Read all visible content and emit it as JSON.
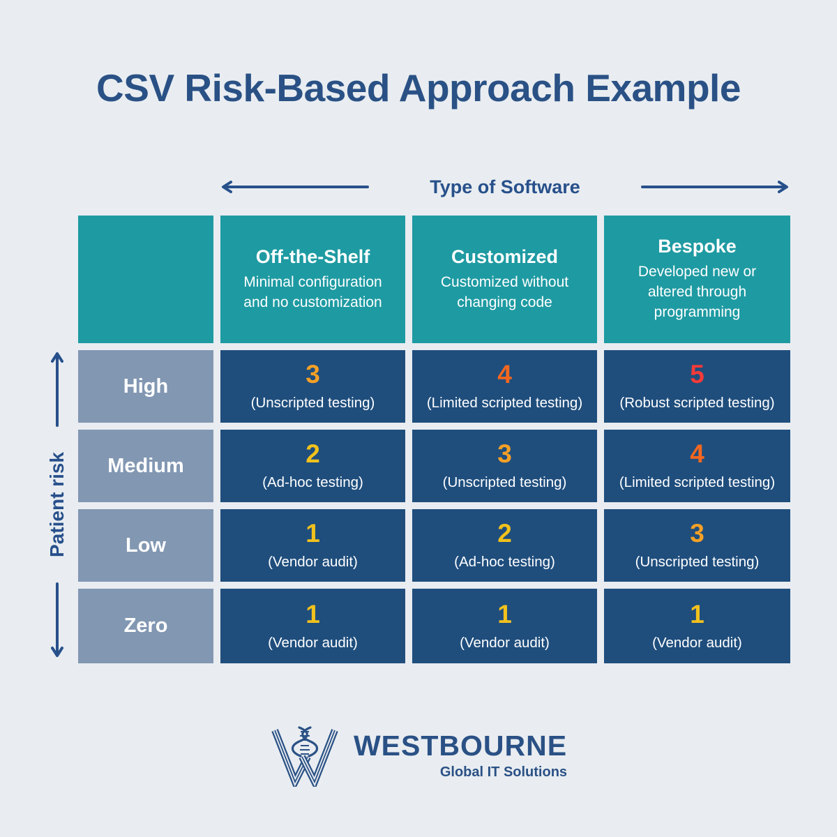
{
  "title": "CSV Risk-Based Approach Example",
  "axes": {
    "top_label": "Type of Software",
    "left_label": "Patient risk"
  },
  "table": {
    "columns": [
      {
        "name": "Off-the-Shelf",
        "description": "Minimal configuration and no customization"
      },
      {
        "name": "Customized",
        "description": "Customized without changing code"
      },
      {
        "name": "Bespoke",
        "description": "Developed new or altered through programming"
      }
    ],
    "rows": [
      {
        "label": "High",
        "cells": [
          {
            "score": "3",
            "approach": "(Unscripted testing)",
            "score_color": "#f5a026"
          },
          {
            "score": "4",
            "approach": "(Limited scripted testing)",
            "score_color": "#f4671e"
          },
          {
            "score": "5",
            "approach": "(Robust scripted testing)",
            "score_color": "#f23b38"
          }
        ]
      },
      {
        "label": "Medium",
        "cells": [
          {
            "score": "2",
            "approach": "(Ad-hoc testing)",
            "score_color": "#f2c11c"
          },
          {
            "score": "3",
            "approach": "(Unscripted testing)",
            "score_color": "#f5a026"
          },
          {
            "score": "4",
            "approach": "(Limited scripted testing)",
            "score_color": "#f4671e"
          }
        ]
      },
      {
        "label": "Low",
        "cells": [
          {
            "score": "1",
            "approach": "(Vendor audit)",
            "score_color": "#f2c11c"
          },
          {
            "score": "2",
            "approach": "(Ad-hoc testing)",
            "score_color": "#f2c11c"
          },
          {
            "score": "3",
            "approach": "(Unscripted testing)",
            "score_color": "#f5a026"
          }
        ]
      },
      {
        "label": "Zero",
        "cells": [
          {
            "score": "1",
            "approach": "(Vendor audit)",
            "score_color": "#f2c11c"
          },
          {
            "score": "1",
            "approach": "(Vendor audit)",
            "score_color": "#f2c11c"
          },
          {
            "score": "1",
            "approach": "(Vendor audit)",
            "score_color": "#f2c11c"
          }
        ]
      }
    ]
  },
  "footer": {
    "logo_icon": "westbourne-w-dna-logo",
    "brand": "WESTBOURNE",
    "tagline": "Global IT Solutions"
  },
  "colors": {
    "background": "#e9edf1",
    "navy_text": "#2a5185",
    "axis_navy": "#27508b",
    "header_teal": "#1e9aa2",
    "cell_navy": "#1f4e7d",
    "row_label_blue_gray": "#8297b2",
    "score_yellow": "#f2c11c",
    "score_amber": "#f5a026",
    "score_orange": "#f4671e",
    "score_red": "#f23b38",
    "cell_text_white": "#ffffff"
  }
}
